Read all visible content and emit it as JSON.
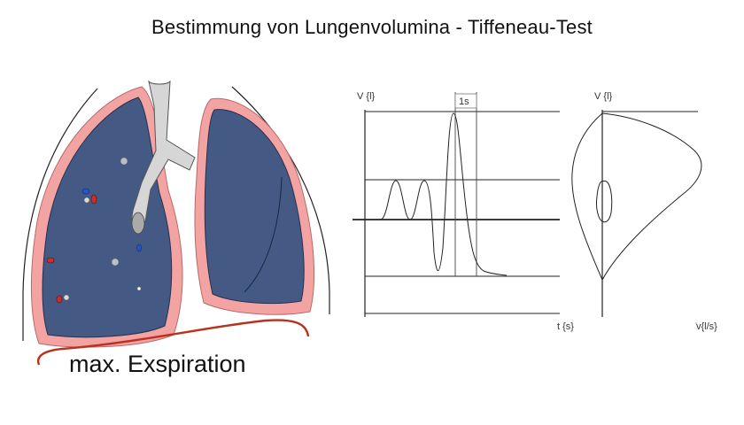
{
  "title": "Bestimmung von Lungenvolumina - Tiffeneau-Test",
  "caption": "max. Exspiration",
  "spirogram": {
    "y_label": "V {l}",
    "x_label": "t {s}",
    "interval_label": "1s"
  },
  "flow_volume": {
    "y_label": "V {l}",
    "x_label": "̇v{l/s}"
  },
  "colors": {
    "lung_fill": "#445a84",
    "pleura": "#f4a3a3",
    "trachea": "#d6d6d6",
    "diaphragm": "#b8321f",
    "line": "#222222"
  }
}
